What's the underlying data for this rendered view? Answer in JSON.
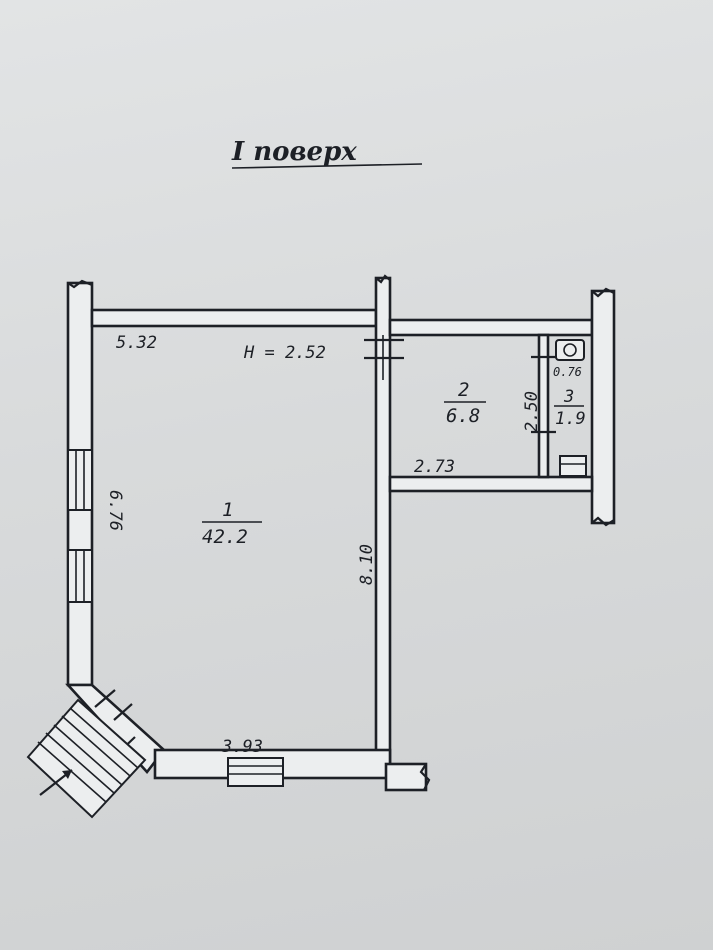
{
  "plan": {
    "title": "I поверх",
    "ceiling_height": "H = 2.52",
    "rooms": [
      {
        "number": "1",
        "area": "42.2"
      },
      {
        "number": "2",
        "area": "6.8"
      },
      {
        "number": "3",
        "area": "1.9"
      }
    ],
    "dimensions": {
      "top_wall_room1": "5.32",
      "left_wall_room1": "6.76",
      "right_wall_room1": "8.10",
      "bottom_wall_room1": "3.93",
      "room2_height": "2.50",
      "room2_width": "2.73",
      "room3_dim": "0.76"
    }
  }
}
